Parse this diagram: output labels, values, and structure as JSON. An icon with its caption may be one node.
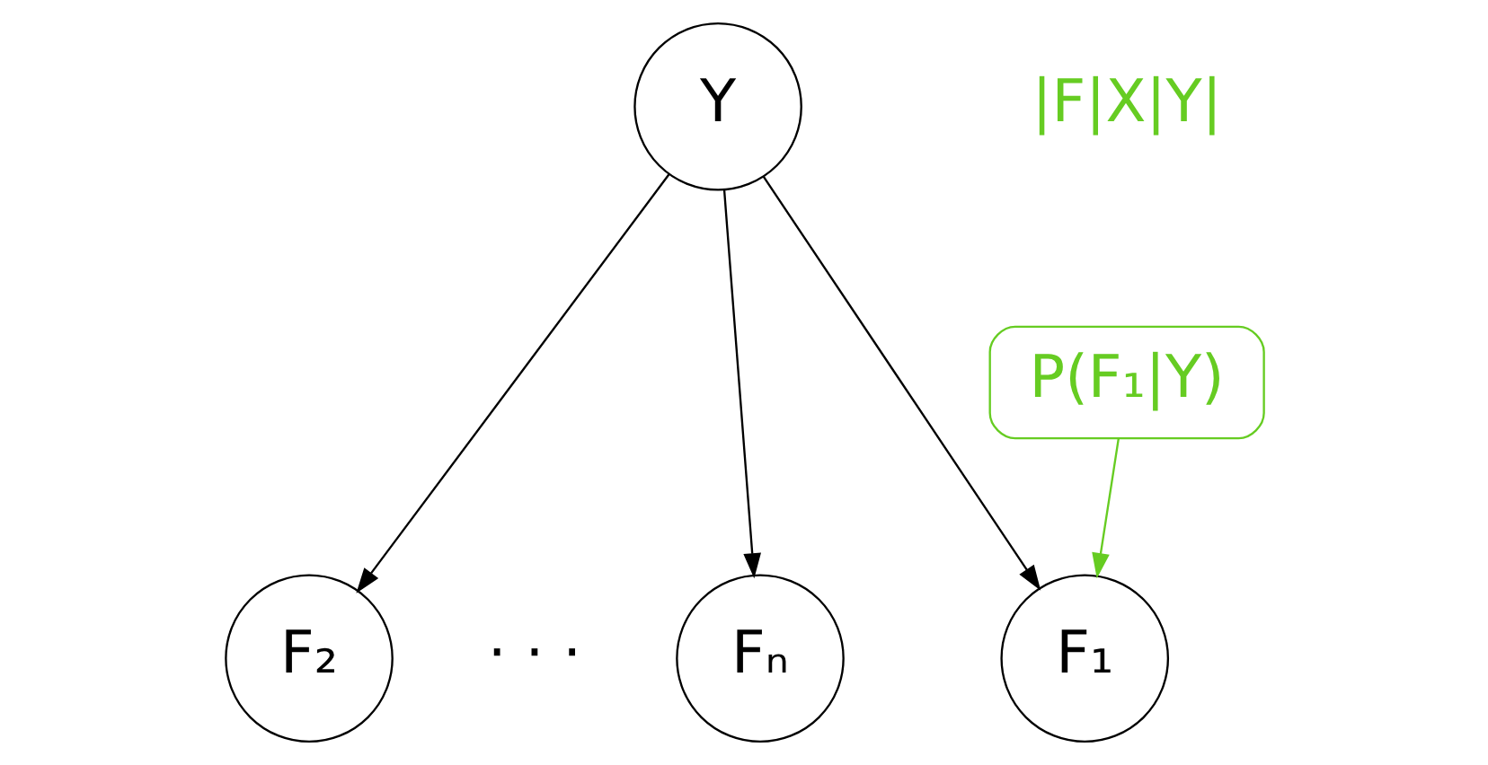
{
  "diagram": {
    "nodes": [
      {
        "text": [
          "Y"
        ]
      },
      {
        "text": [
          "F₁"
        ]
      },
      {
        "text": [
          "F₂"
        ]
      },
      {
        "text": [
          "Fₙ"
        ]
      },
      {
        "text": [
          "P(F₁|Y)"
        ]
      }
    ],
    "edges": [
      {
        "from": 0,
        "to": 1,
        "arrow": "to"
      },
      {
        "from": 0,
        "to": 2,
        "arrow": "to"
      },
      {
        "from": 0,
        "to": 3,
        "arrow": "to"
      },
      {
        "from": 4,
        "to": 1,
        "arrow": "to",
        "color": "#66cc22"
      }
    ],
    "labels": [
      "|F|X|Y|",
      "· · ·"
    ]
  }
}
